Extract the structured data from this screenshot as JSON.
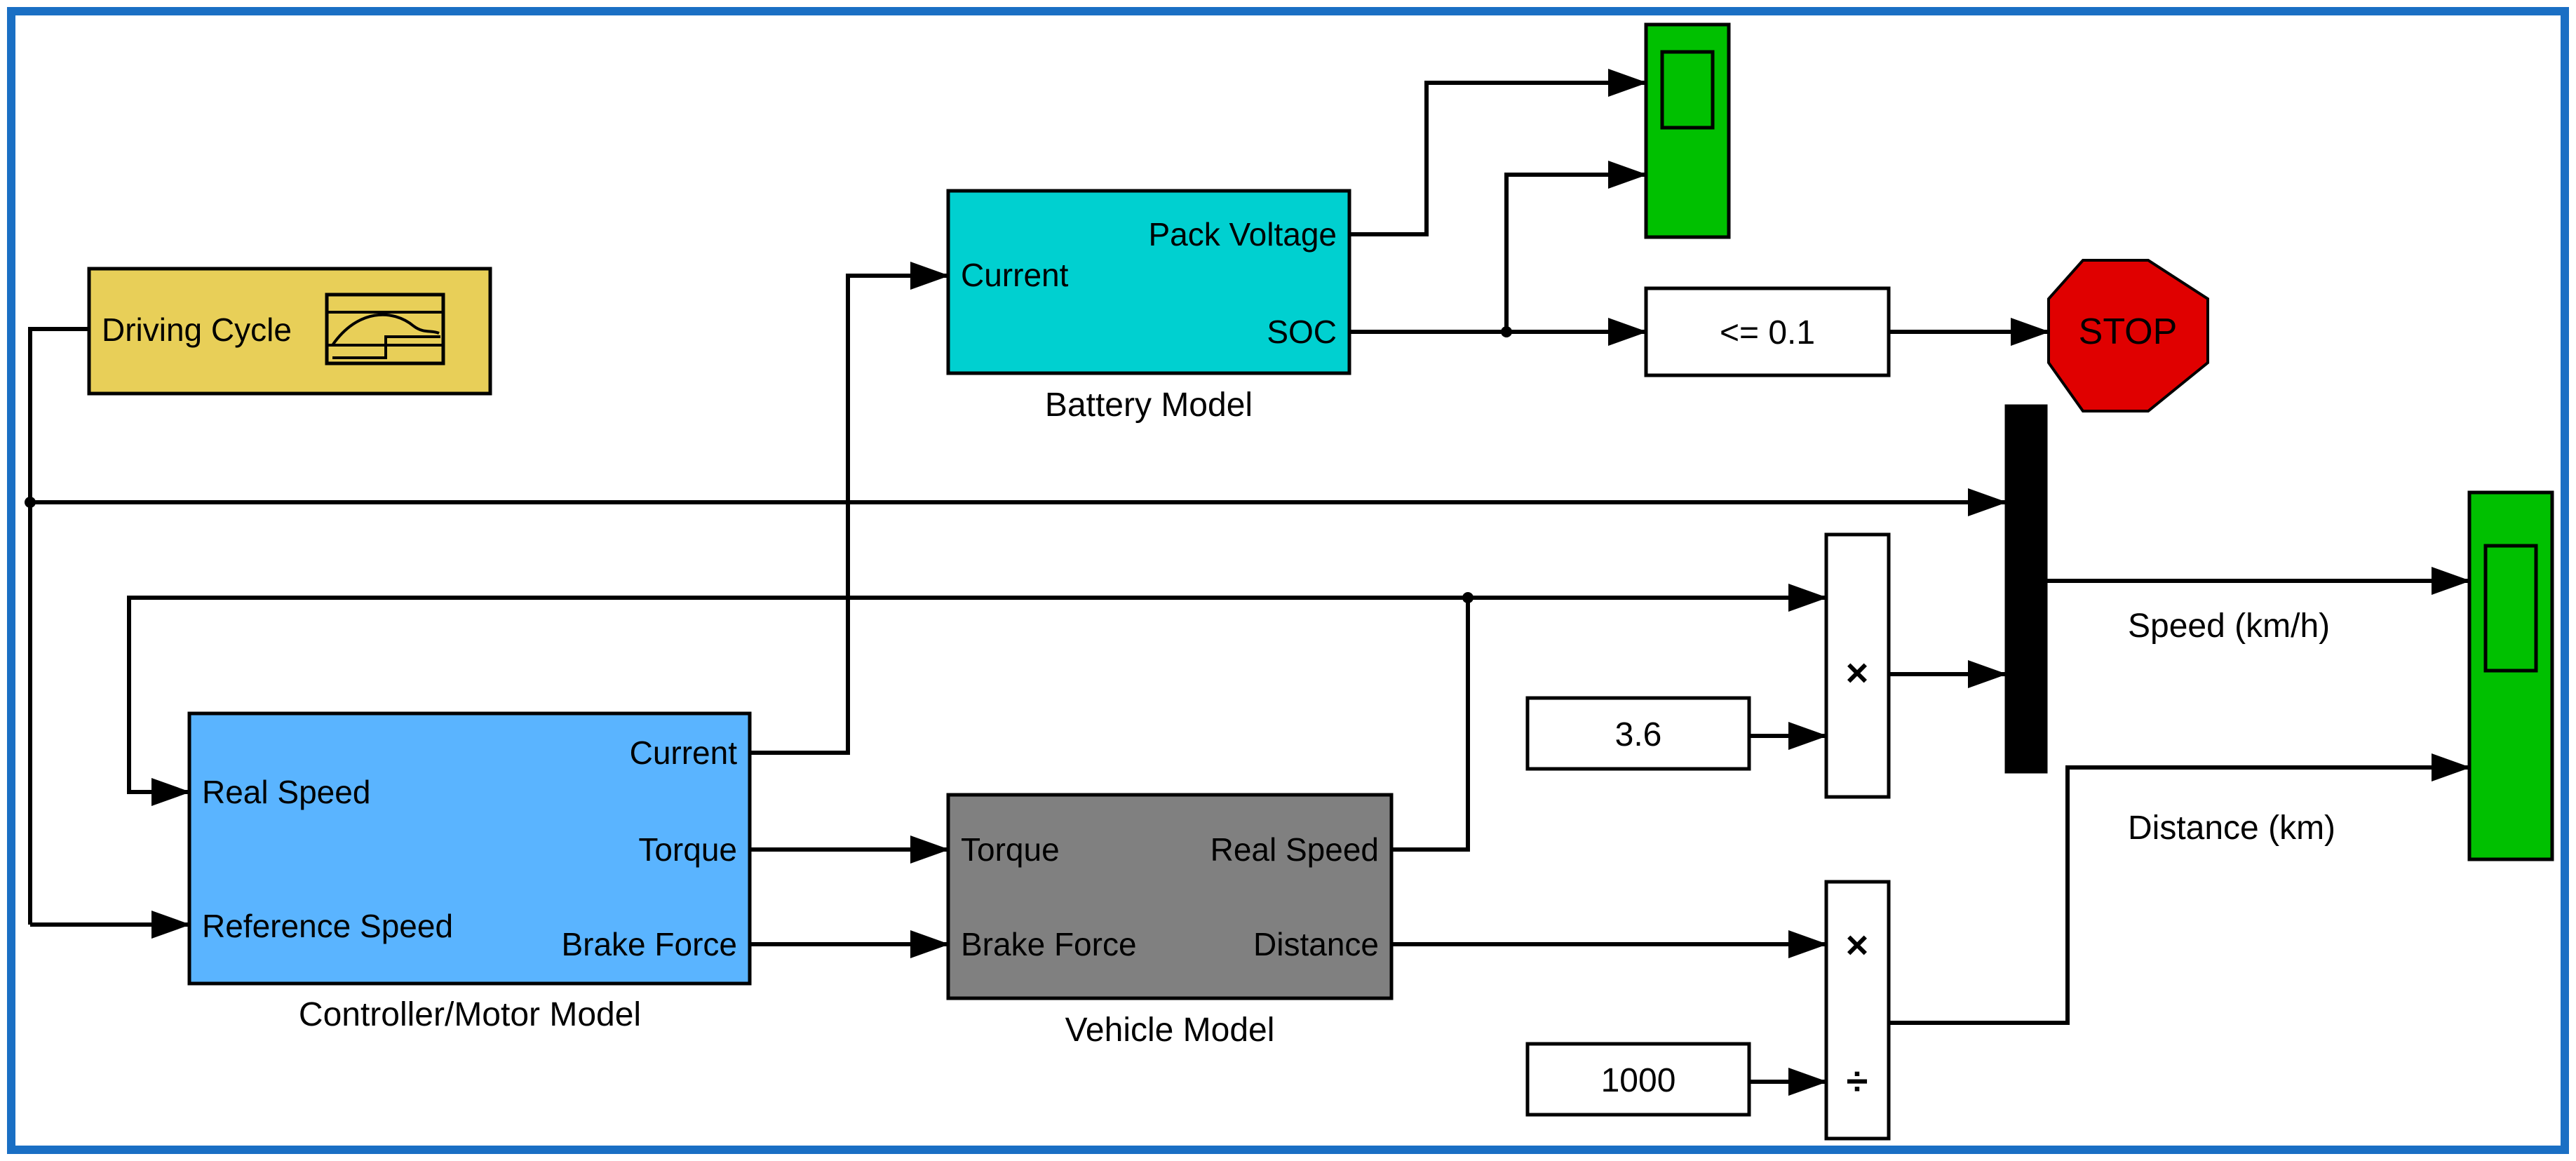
{
  "diagram": {
    "frame_color": "#1a6fc4",
    "blocks": {
      "driving_cycle": {
        "label": "Driving Cycle",
        "fill": "#e8cf58"
      },
      "battery": {
        "name": "Battery Model",
        "fill": "#00d0d0",
        "ports": {
          "current": "Current",
          "pack_voltage": "Pack Voltage",
          "soc": "SOC"
        }
      },
      "controller": {
        "name": "Controller/Motor Model",
        "fill": "#5ab4ff",
        "ports": {
          "real_speed": "Real Speed",
          "reference_speed": "Reference Speed",
          "current": "Current",
          "torque": "Torque",
          "brake_force": "Brake Force"
        }
      },
      "vehicle": {
        "name": "Vehicle Model",
        "fill": "#808080",
        "ports": {
          "torque": "Torque",
          "brake_force": "Brake Force",
          "real_speed": "Real Speed",
          "distance": "Distance"
        }
      },
      "compare": {
        "label": "<= 0.1"
      },
      "stop": {
        "label": "STOP",
        "fill": "#e00000"
      },
      "constant_speed": {
        "label": "3.6"
      },
      "constant_distance": {
        "label": "1000"
      },
      "product_speed": {
        "op": "×"
      },
      "divide_distance": {
        "op_multiply": "×",
        "op_divide": "÷"
      },
      "scope_top": {
        "fill": "#00c000"
      },
      "scope_right": {
        "fill": "#00c000"
      },
      "mux": {
        "fill": "#000000"
      }
    },
    "signal_labels": {
      "speed": "Speed (km/h)",
      "distance": "Distance (km)"
    }
  }
}
